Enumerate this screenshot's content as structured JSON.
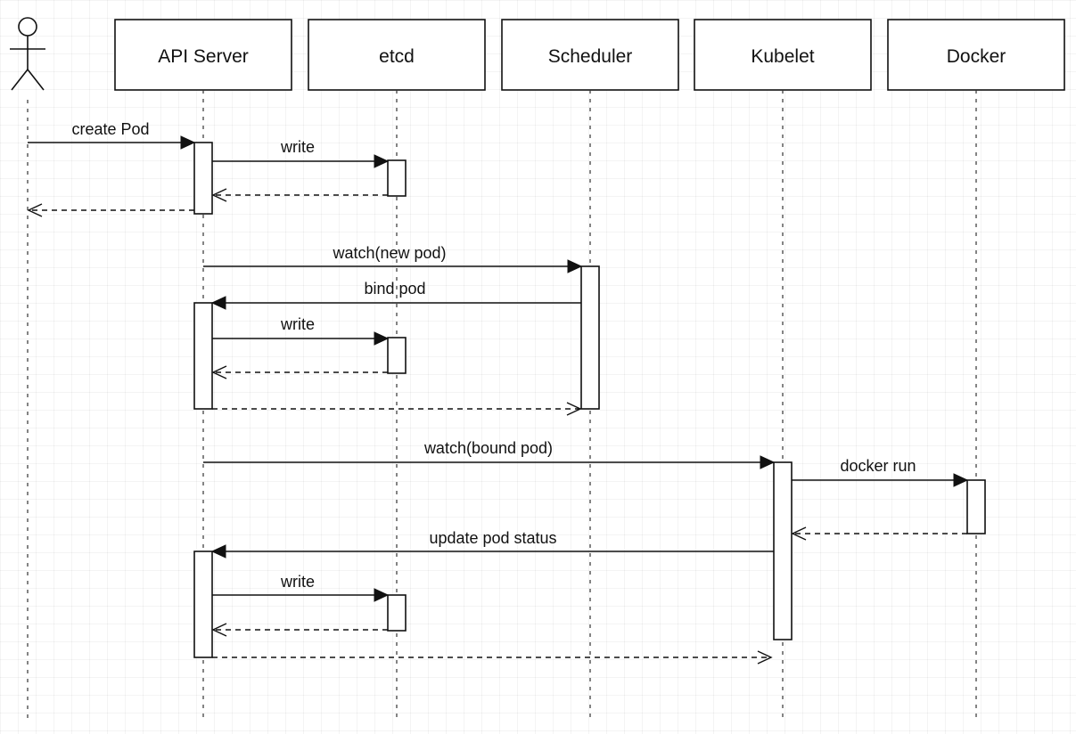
{
  "participants": [
    {
      "id": "user",
      "label": ""
    },
    {
      "id": "api",
      "label": "API Server"
    },
    {
      "id": "etcd",
      "label": "etcd"
    },
    {
      "id": "sched",
      "label": "Scheduler"
    },
    {
      "id": "kubelet",
      "label": "Kubelet"
    },
    {
      "id": "docker",
      "label": "Docker"
    }
  ],
  "messages": [
    {
      "id": "m1",
      "from": "user",
      "to": "api",
      "label": "create Pod",
      "kind": "call"
    },
    {
      "id": "m2",
      "from": "api",
      "to": "etcd",
      "label": "write",
      "kind": "call"
    },
    {
      "id": "m3",
      "from": "etcd",
      "to": "api",
      "label": "",
      "kind": "return"
    },
    {
      "id": "m4",
      "from": "api",
      "to": "user",
      "label": "",
      "kind": "return"
    },
    {
      "id": "m5",
      "from": "api",
      "to": "sched",
      "label": "watch(new pod)",
      "kind": "call"
    },
    {
      "id": "m6",
      "from": "sched",
      "to": "api",
      "label": "bind pod",
      "kind": "call"
    },
    {
      "id": "m7",
      "from": "api",
      "to": "etcd",
      "label": "write",
      "kind": "call"
    },
    {
      "id": "m8",
      "from": "etcd",
      "to": "api",
      "label": "",
      "kind": "return"
    },
    {
      "id": "m9",
      "from": "api",
      "to": "sched",
      "label": "",
      "kind": "return"
    },
    {
      "id": "m10",
      "from": "api",
      "to": "kubelet",
      "label": "watch(bound pod)",
      "kind": "call"
    },
    {
      "id": "m11",
      "from": "kubelet",
      "to": "docker",
      "label": "docker run",
      "kind": "call"
    },
    {
      "id": "m12",
      "from": "docker",
      "to": "kubelet",
      "label": "",
      "kind": "return"
    },
    {
      "id": "m13",
      "from": "kubelet",
      "to": "api",
      "label": "update pod status",
      "kind": "call"
    },
    {
      "id": "m14",
      "from": "api",
      "to": "etcd",
      "label": "write",
      "kind": "call"
    },
    {
      "id": "m15",
      "from": "etcd",
      "to": "api",
      "label": "",
      "kind": "return"
    },
    {
      "id": "m16",
      "from": "api",
      "to": "kubelet",
      "label": "",
      "kind": "return"
    }
  ],
  "colors": {
    "line": "#111111",
    "background": "#ffffff",
    "grid": "#eeeeee"
  }
}
